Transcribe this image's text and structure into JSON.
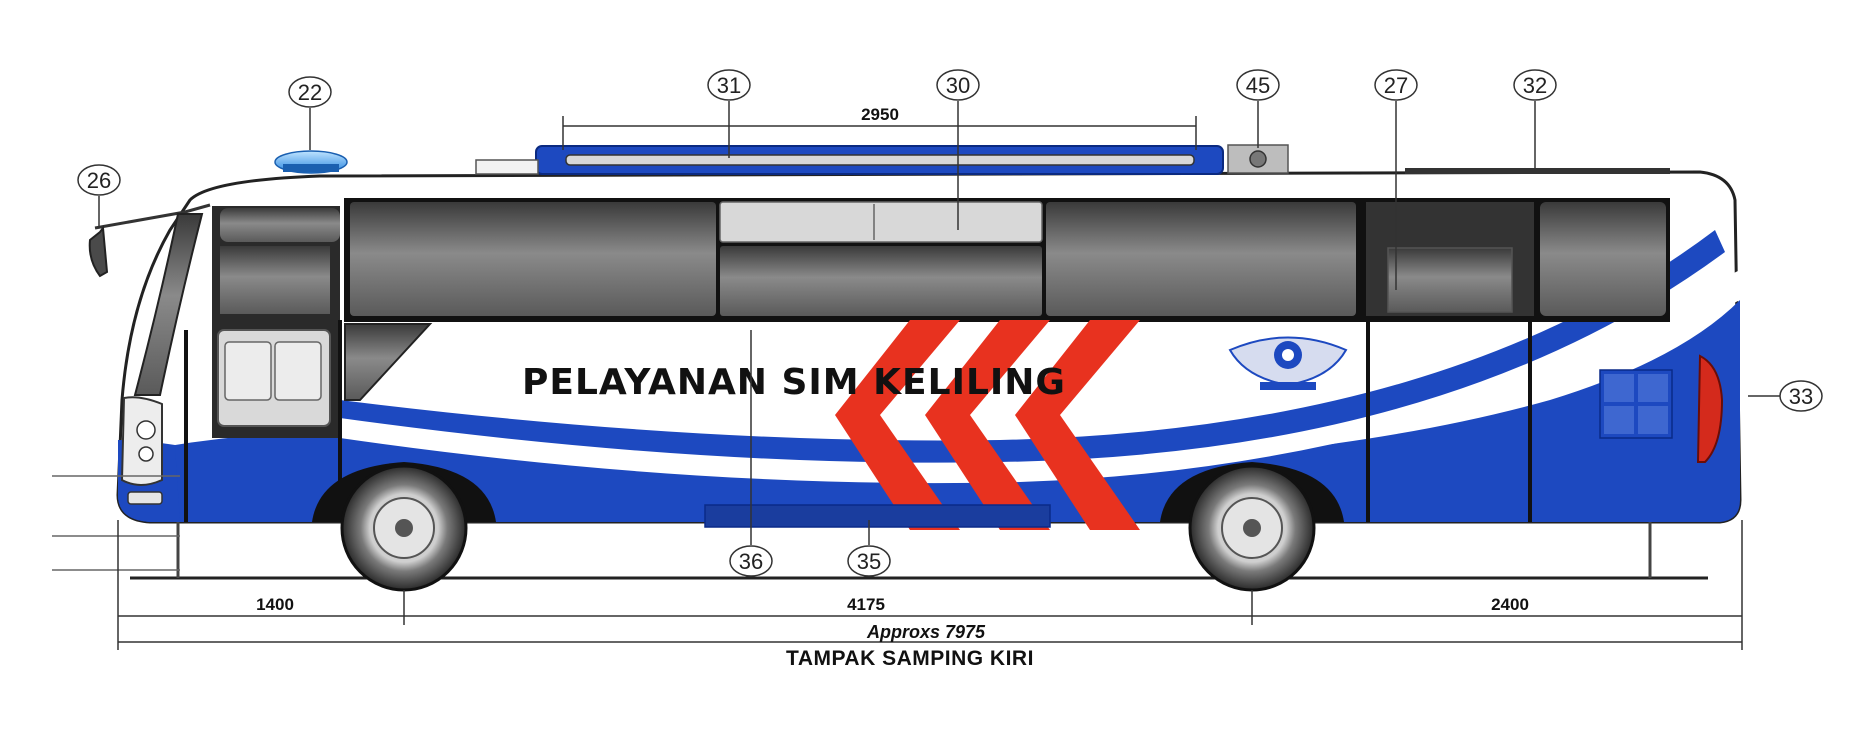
{
  "callouts": [
    "22",
    "26",
    "31",
    "30",
    "45",
    "27",
    "32",
    "33",
    "36",
    "35"
  ],
  "dimensions": {
    "roof": "2950",
    "front_overhang": "1400",
    "wheelbase": "4175",
    "rear_overhang": "2400",
    "total": "Approxs 7975"
  },
  "livery_text": "PELAYANAN SIM KELILING",
  "caption": "TAMPAK SAMPING KIRI",
  "colors": {
    "body_blue": "#1d49c0",
    "stripe_red": "#e8321f",
    "window_grey": "#5f5f5f",
    "beacon_blue": "#3a9be8"
  }
}
